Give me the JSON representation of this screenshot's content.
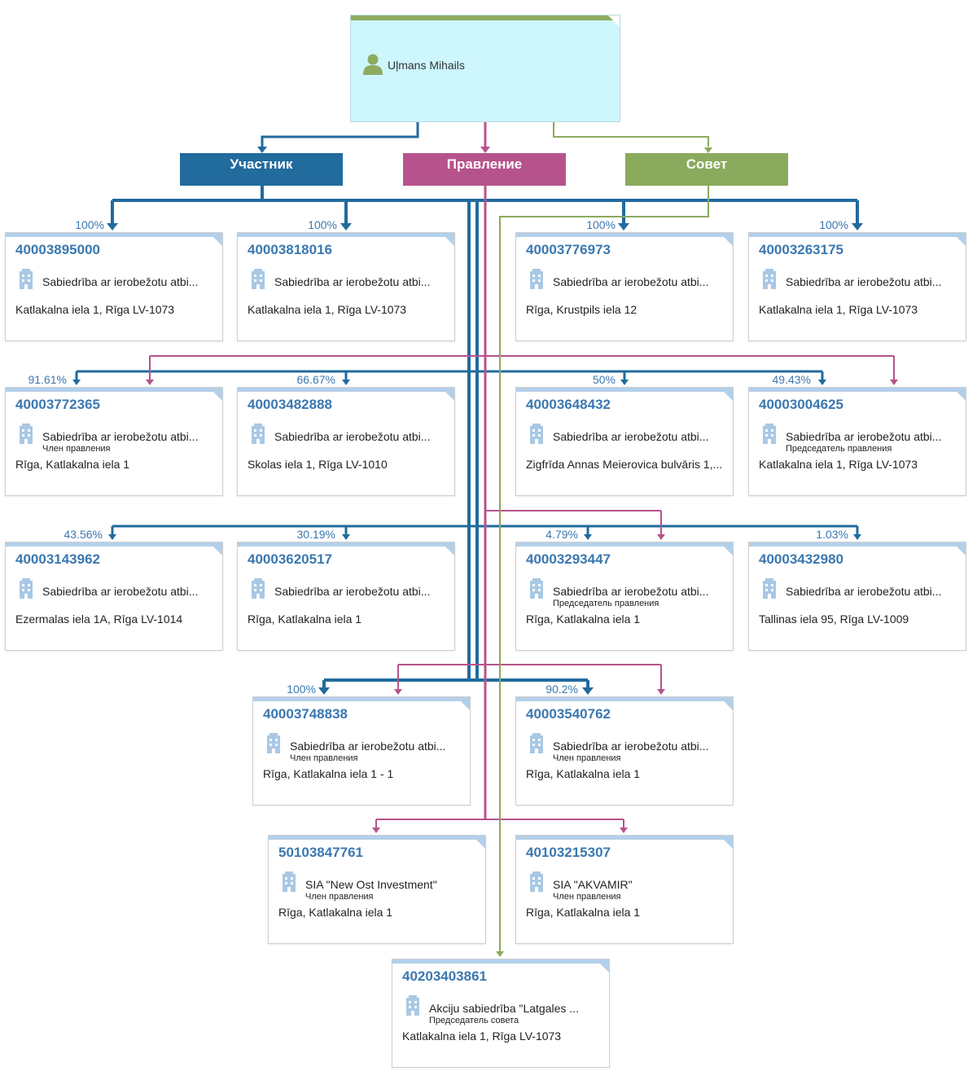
{
  "person": {
    "name": "Uļmans Mihails",
    "icon": "person-icon"
  },
  "categories": [
    {
      "key": "shareholder",
      "label": "Участник",
      "color": "#216b9d"
    },
    {
      "key": "board",
      "label": "Правление",
      "color": "#b6538c"
    },
    {
      "key": "council",
      "label": "Совет",
      "color": "#8aaa5d"
    }
  ],
  "cards": [
    {
      "code": "40003895000",
      "name": "Sabiedrība ar ierobežotu atbi...",
      "role": "",
      "address": "Katlakalna iela 1, Rīga LV-1073",
      "share": "100%"
    },
    {
      "code": "40003818016",
      "name": "Sabiedrība ar ierobežotu atbi...",
      "role": "",
      "address": "Katlakalna iela 1, Rīga LV-1073",
      "share": "100%"
    },
    {
      "code": "40003776973",
      "name": "Sabiedrība ar ierobežotu atbi...",
      "role": "",
      "address": "Rīga, Krustpils iela 12",
      "share": "100%"
    },
    {
      "code": "40003263175",
      "name": "Sabiedrība ar ierobežotu atbi...",
      "role": "",
      "address": "Katlakalna iela 1, Rīga LV-1073",
      "share": "100%"
    },
    {
      "code": "40003772365",
      "name": "Sabiedrība ar ierobežotu atbi...",
      "role": "Член правления",
      "address": "Rīga, Katlakalna iela 1",
      "share": "91.61%"
    },
    {
      "code": "40003482888",
      "name": "Sabiedrība ar ierobežotu atbi...",
      "role": "",
      "address": "Skolas iela 1, Rīga LV-1010",
      "share": "66.67%"
    },
    {
      "code": "40003648432",
      "name": "Sabiedrība ar ierobežotu atbi...",
      "role": "",
      "address": "Zigfrīda Annas Meierovica bulvāris 1,...",
      "share": "50%"
    },
    {
      "code": "40003004625",
      "name": "Sabiedrība ar ierobežotu atbi...",
      "role": "Председатель правления",
      "address": "Katlakalna iela 1, Rīga LV-1073",
      "share": "49.43%"
    },
    {
      "code": "40003143962",
      "name": "Sabiedrība ar ierobežotu atbi...",
      "role": "",
      "address": "Ezermalas iela 1A, Rīga LV-1014",
      "share": "43.56%"
    },
    {
      "code": "40003620517",
      "name": "Sabiedrība ar ierobežotu atbi...",
      "role": "",
      "address": "Rīga, Katlakalna iela 1",
      "share": "30.19%"
    },
    {
      "code": "40003293447",
      "name": "Sabiedrība ar ierobežotu atbi...",
      "role": "Председатель правления",
      "address": "Rīga, Katlakalna iela 1",
      "share": "4.79%"
    },
    {
      "code": "40003432980",
      "name": "Sabiedrība ar ierobežotu atbi...",
      "role": "",
      "address": "Tallinas iela 95, Rīga LV-1009",
      "share": "1.03%"
    },
    {
      "code": "40003748838",
      "name": "Sabiedrība ar ierobežotu atbi...",
      "role": "Член правления",
      "address": "Rīga, Katlakalna iela 1 - 1",
      "share": "100%"
    },
    {
      "code": "40003540762",
      "name": "Sabiedrība ar ierobežotu atbi...",
      "role": "Член правления",
      "address": "Rīga, Katlakalna iela 1",
      "share": "90.2%"
    },
    {
      "code": "50103847761",
      "name": "SIA \"New Ost Investment\"",
      "role": "Член правления",
      "address": "Rīga, Katlakalna iela 1",
      "share": ""
    },
    {
      "code": "40103215307",
      "name": "SIA \"AKVAMIR\"",
      "role": "Член правления",
      "address": "Rīga, Katlakalna iela 1",
      "share": ""
    },
    {
      "code": "40203403861",
      "name": "Akciju sabiedrība \"Latgales ...",
      "role": "Председатель совета",
      "address": "Katlakalna iela 1, Rīga LV-1073",
      "share": ""
    }
  ]
}
